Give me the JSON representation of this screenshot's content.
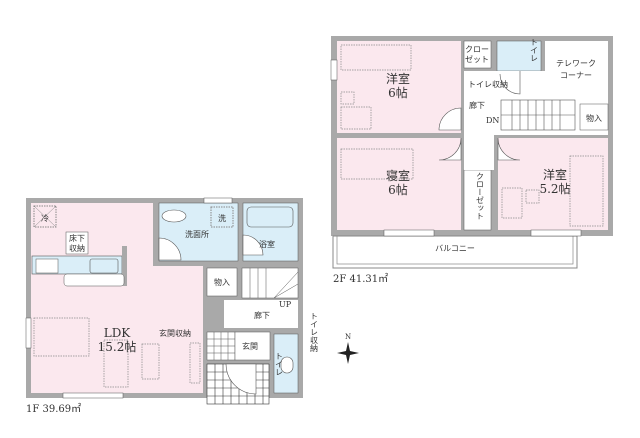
{
  "colors": {
    "wall": "#a9a9a9",
    "room_pink": "#fbe8ee",
    "room_blue": "#daeef8",
    "line": "#555555"
  },
  "floor2": {
    "area_label": "2F 41.31㎡",
    "rooms": {
      "western1_name": "洋室",
      "western1_size": "6帖",
      "closet_top_l1": "クロー",
      "closet_top_l2": "ゼット",
      "toilet": "トイレ",
      "toilet_storage": "トイレ収納",
      "telework_l1": "テレワーク",
      "telework_l2": "コーナー",
      "hallway": "廊下",
      "stairs_dn": "DN",
      "storage": "物入",
      "bedroom_name": "寝室",
      "bedroom_size": "6帖",
      "closet_mid": "クローゼット",
      "western2_name": "洋室",
      "western2_size": "5.2帖",
      "balcony": "バルコニー"
    }
  },
  "floor1": {
    "area_label": "1F 39.69㎡",
    "rooms": {
      "fridge": "冷",
      "underfloor_l1": "床下",
      "underfloor_l2": "収納",
      "ldk_name": "LDK",
      "ldk_size": "15.2帖",
      "washroom": "洗面所",
      "washer": "洗",
      "bathroom": "浴室",
      "storage": "物入",
      "stairs_up": "UP",
      "hallway": "廊下",
      "entrance_storage": "玄関収納",
      "entrance": "玄関",
      "toilet": "トイレ",
      "toilet_storage": "トイレ収納"
    }
  },
  "compass": {
    "north_label": "N"
  }
}
